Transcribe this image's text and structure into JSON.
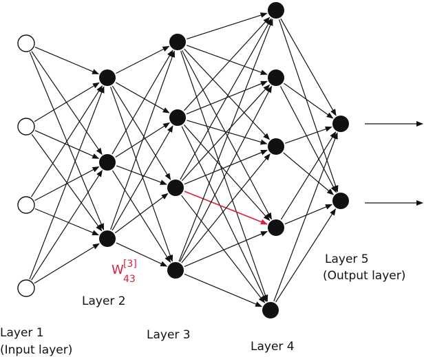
{
  "diagram": {
    "colors": {
      "edge": "#111111",
      "node": "#111111",
      "input_fill": "#ffffff",
      "highlight": "#d6203a"
    },
    "layers": [
      {
        "label_line1": "Layer 1",
        "label_line2": "(Input layer)",
        "nodes": 4,
        "style": "hollow"
      },
      {
        "label_line1": "Layer 2",
        "label_line2": "",
        "nodes": 3,
        "style": "filled"
      },
      {
        "label_line1": "Layer 3",
        "label_line2": "",
        "nodes": 4,
        "style": "filled"
      },
      {
        "label_line1": "Layer 4",
        "label_line2": "",
        "nodes": 5,
        "style": "filled"
      },
      {
        "label_line1": "Layer 5",
        "label_line2": "(Output layer)",
        "nodes": 2,
        "style": "filled"
      }
    ],
    "connectivity": "fully-connected",
    "output_arrows": 2,
    "highlighted_edge": {
      "from_layer": 2,
      "from_node": 3,
      "to_layer": 3,
      "to_node": 4,
      "weight_symbol": "W",
      "superscript": "[3]",
      "subscript": "43"
    }
  }
}
